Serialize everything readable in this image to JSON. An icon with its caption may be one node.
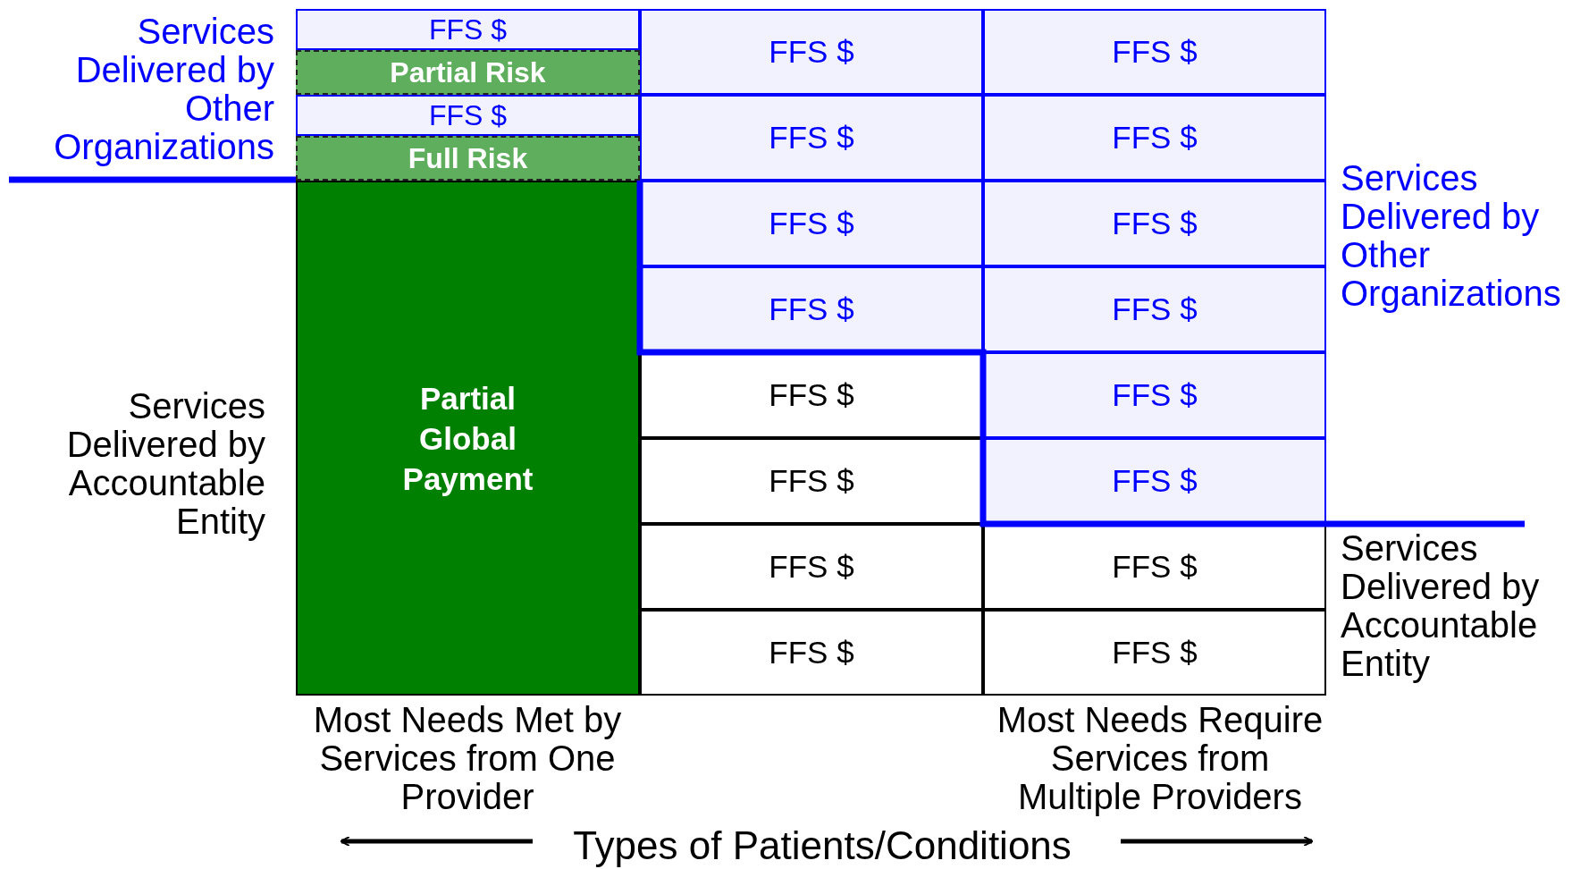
{
  "diagram": {
    "title": "Types of Patients/Conditions",
    "nodes": [
      {
        "text": [
          "FFS $"
        ]
      },
      {
        "text": [
          "FFS $"
        ]
      },
      {
        "text": [
          "FFS $"
        ]
      },
      {
        "text": [
          "Partial Risk"
        ]
      },
      {
        "text": [
          "FFS $"
        ]
      },
      {
        "text": [
          "FFS $"
        ]
      },
      {
        "text": [
          "FFS $"
        ]
      },
      {
        "text": [
          "Full Risk"
        ]
      },
      {
        "text": [
          "Partial Global Payment"
        ]
      },
      {
        "text": [
          "FFS $"
        ]
      },
      {
        "text": [
          "FFS $"
        ]
      },
      {
        "text": [
          "FFS $"
        ]
      },
      {
        "text": [
          "FFS $"
        ]
      },
      {
        "text": [
          "FFS $"
        ]
      },
      {
        "text": [
          "FFS $"
        ]
      },
      {
        "text": [
          "FFS $"
        ]
      },
      {
        "text": [
          "FFS $"
        ]
      },
      {
        "text": [
          "FFS $"
        ]
      },
      {
        "text": [
          "FFS $"
        ]
      },
      {
        "text": [
          "FFS $"
        ]
      },
      {
        "text": [
          "FFS $"
        ]
      }
    ],
    "labels": [
      "Services Delivered by Other Organizations",
      "Services Delivered by Other Organizations",
      "Services Delivered by Accountable Entity",
      "Services Delivered by Accountable Entity",
      "Most Needs Met by Services from One Provider",
      "Most Needs Require Services from Multiple Providers"
    ]
  }
}
